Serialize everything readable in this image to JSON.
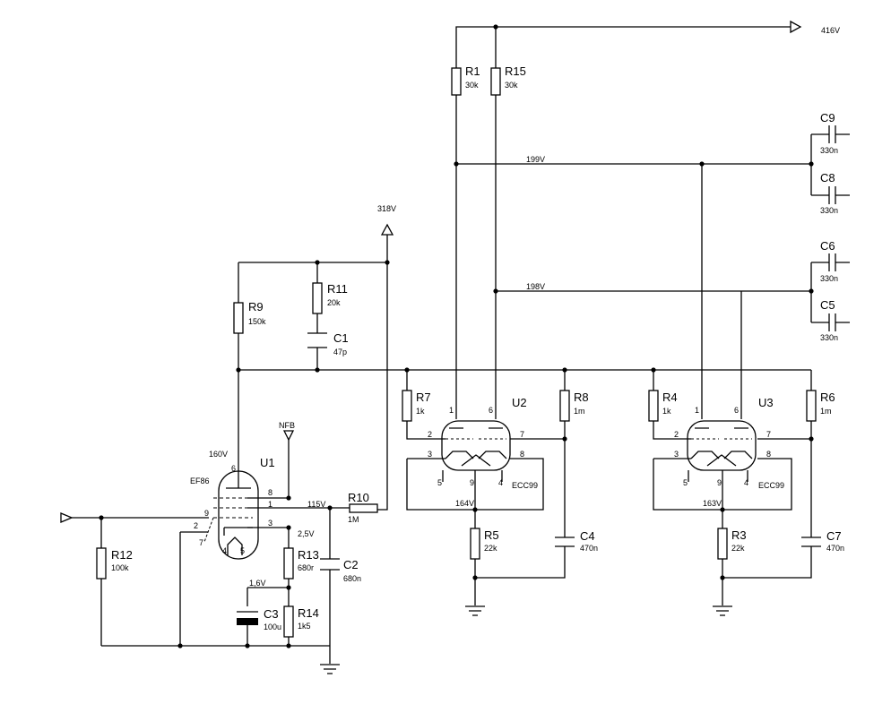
{
  "nets": {
    "v416": "416V",
    "v318": "318V",
    "v199": "199V",
    "v198": "198V",
    "v160": "160V",
    "v115": "115V",
    "v2_5": "2,5V",
    "v1_6": "1,6V",
    "v164": "164V",
    "v163": "163V",
    "nfb": "NFB"
  },
  "resistors": {
    "R1": {
      "ref": "R1",
      "value": "30k"
    },
    "R15": {
      "ref": "R15",
      "value": "30k"
    },
    "R9": {
      "ref": "R9",
      "value": "150k"
    },
    "R11": {
      "ref": "R11",
      "value": "20k"
    },
    "R7": {
      "ref": "R7",
      "value": "1k"
    },
    "R8": {
      "ref": "R8",
      "value": "1m"
    },
    "R4": {
      "ref": "R4",
      "value": "1k"
    },
    "R6": {
      "ref": "R6",
      "value": "1m"
    },
    "R10": {
      "ref": "R10",
      "value": "1M"
    },
    "R12": {
      "ref": "R12",
      "value": "100k"
    },
    "R13": {
      "ref": "R13",
      "value": "680r"
    },
    "R14": {
      "ref": "R14",
      "value": "1k5"
    },
    "R5": {
      "ref": "R5",
      "value": "22k"
    },
    "R3": {
      "ref": "R3",
      "value": "22k"
    }
  },
  "capacitors": {
    "C1": {
      "ref": "C1",
      "value": "47p"
    },
    "C2": {
      "ref": "C2",
      "value": "680n"
    },
    "C3": {
      "ref": "C3",
      "value": "100u"
    },
    "C4": {
      "ref": "C4",
      "value": "470n"
    },
    "C7": {
      "ref": "C7",
      "value": "470n"
    },
    "C9": {
      "ref": "C9",
      "value": "330n"
    },
    "C8": {
      "ref": "C8",
      "value": "330n"
    },
    "C6": {
      "ref": "C6",
      "value": "330n"
    },
    "C5": {
      "ref": "C5",
      "value": "330n"
    }
  },
  "tubes": {
    "U1": {
      "ref": "U1",
      "type": "EF86",
      "pins": [
        "6",
        "8",
        "1",
        "9",
        "2",
        "3",
        "7",
        "4",
        "5"
      ]
    },
    "U2": {
      "ref": "U2",
      "type": "ECC99",
      "pins": [
        "1",
        "6",
        "2",
        "7",
        "3",
        "8",
        "5",
        "9",
        "4"
      ]
    },
    "U3": {
      "ref": "U3",
      "type": "ECC99",
      "pins": [
        "1",
        "6",
        "2",
        "7",
        "3",
        "8",
        "5",
        "9",
        "4"
      ]
    }
  }
}
